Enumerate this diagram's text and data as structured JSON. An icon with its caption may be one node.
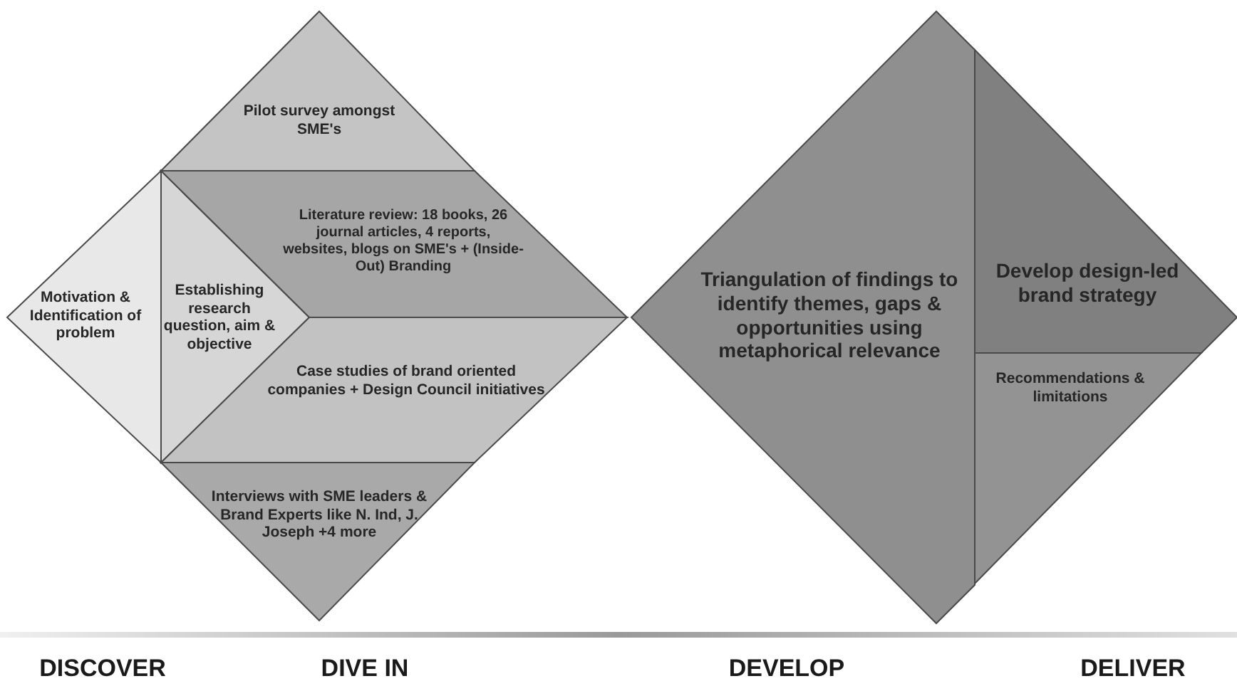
{
  "diagram": {
    "nodes": [
      {
        "text": [
          "Pilot survey amongst SME's"
        ]
      },
      {
        "text": [
          "Motivation & Identification of problem"
        ]
      },
      {
        "text": [
          "Establishing research question, aim & objective"
        ]
      },
      {
        "text": [
          "Literature review: 18 books, 26 journal articles, 4 reports, websites, blogs on SME's + (Inside-Out) Branding"
        ]
      },
      {
        "text": [
          "Case studies of brand oriented companies + Design Council initiatives"
        ]
      },
      {
        "text": [
          "Interviews with SME leaders & Brand Experts like N. Ind, J. Joseph +4 more"
        ]
      },
      {
        "text": [
          "Triangulation of findings to identify themes, gaps & opportunities using metaphorical relevance"
        ]
      },
      {
        "text": [
          "Develop design-led brand strategy"
        ]
      },
      {
        "text": [
          "Recommendations & limitations"
        ]
      }
    ],
    "labels": [
      "DISCOVER",
      "DIVE IN",
      "DEVELOP",
      "DELIVER"
    ]
  }
}
